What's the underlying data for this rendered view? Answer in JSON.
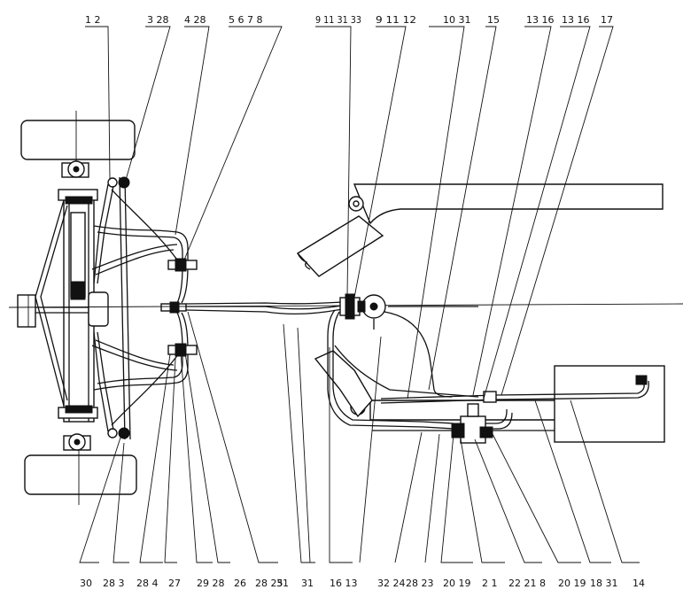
{
  "diagram": {
    "callouts_top": [
      {
        "id": "t1",
        "label": "1 2"
      },
      {
        "id": "t2",
        "label": "3 28"
      },
      {
        "id": "t3",
        "label": "4 28"
      },
      {
        "id": "t4",
        "label": "5 6 7 8"
      },
      {
        "id": "t5",
        "label": "9 11 31 33"
      },
      {
        "id": "t6",
        "label": "9 11 12"
      },
      {
        "id": "t7",
        "label": "10 31"
      },
      {
        "id": "t8",
        "label": "15"
      },
      {
        "id": "t9",
        "label": "13 16"
      },
      {
        "id": "t10",
        "label": "13 16"
      },
      {
        "id": "t11",
        "label": "17"
      }
    ],
    "callouts_bottom": [
      {
        "id": "b1",
        "label": "30"
      },
      {
        "id": "b2",
        "label": "28 3"
      },
      {
        "id": "b3",
        "label": "28 4"
      },
      {
        "id": "b4",
        "label": "27"
      },
      {
        "id": "b5",
        "label": "29 28"
      },
      {
        "id": "b6",
        "label": "26"
      },
      {
        "id": "b7",
        "label": "28 25"
      },
      {
        "id": "b8",
        "label": "31"
      },
      {
        "id": "b9",
        "label": "31"
      },
      {
        "id": "b10",
        "label": "16 13"
      },
      {
        "id": "b11",
        "label": "32 24"
      },
      {
        "id": "b12",
        "label": "28 23"
      },
      {
        "id": "b13",
        "label": "20 19"
      },
      {
        "id": "b14",
        "label": "2 1"
      },
      {
        "id": "b15",
        "label": "22 21 8"
      },
      {
        "id": "b16",
        "label": "20 19"
      },
      {
        "id": "b17",
        "label": "18 31"
      },
      {
        "id": "b18",
        "label": "14"
      }
    ]
  }
}
